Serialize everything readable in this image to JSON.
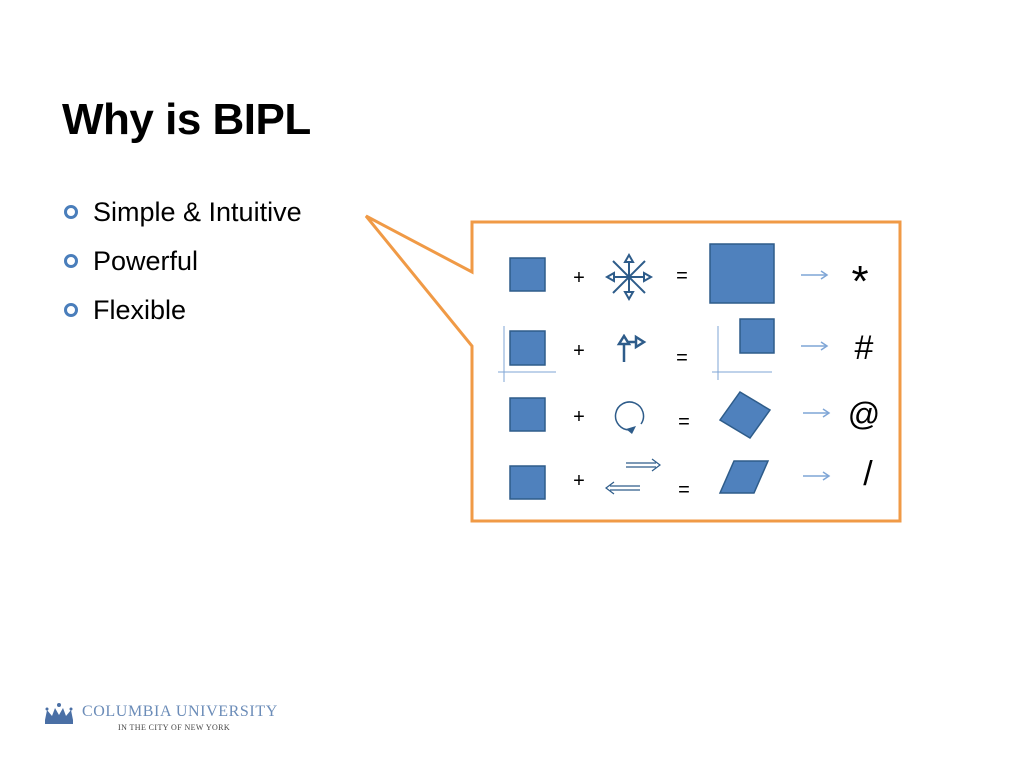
{
  "slide": {
    "title": "Why is BIPL"
  },
  "bullets": [
    {
      "label": "Simple & Intuitive"
    },
    {
      "label": "Powerful"
    },
    {
      "label": "Flexible"
    }
  ],
  "diagram": {
    "rows": [
      {
        "left_shape": "square",
        "operator": "+",
        "transform": "scale-icon",
        "equals": "=",
        "result_shape": "large-square",
        "symbol": "*"
      },
      {
        "left_shape": "square-on-axes",
        "operator": "+",
        "transform": "translate-icon",
        "equals": "=",
        "result_shape": "shifted-square",
        "symbol": "#"
      },
      {
        "left_shape": "square",
        "operator": "+",
        "transform": "rotate-icon",
        "equals": "=",
        "result_shape": "rotated-square",
        "symbol": "@"
      },
      {
        "left_shape": "square",
        "operator": "+",
        "transform": "shear-icon",
        "equals": "=",
        "result_shape": "parallelogram",
        "symbol": "/"
      }
    ]
  },
  "logo": {
    "name": "COLUMBIA UNIVERSITY",
    "subtitle": "IN THE CITY OF NEW YORK"
  },
  "colors": {
    "shape_fill": "#4f81bd",
    "shape_stroke": "#2e5c8a",
    "callout_border": "#f09a46",
    "bullet": "#4a7ebb",
    "arrow": "#7fa6d6"
  }
}
